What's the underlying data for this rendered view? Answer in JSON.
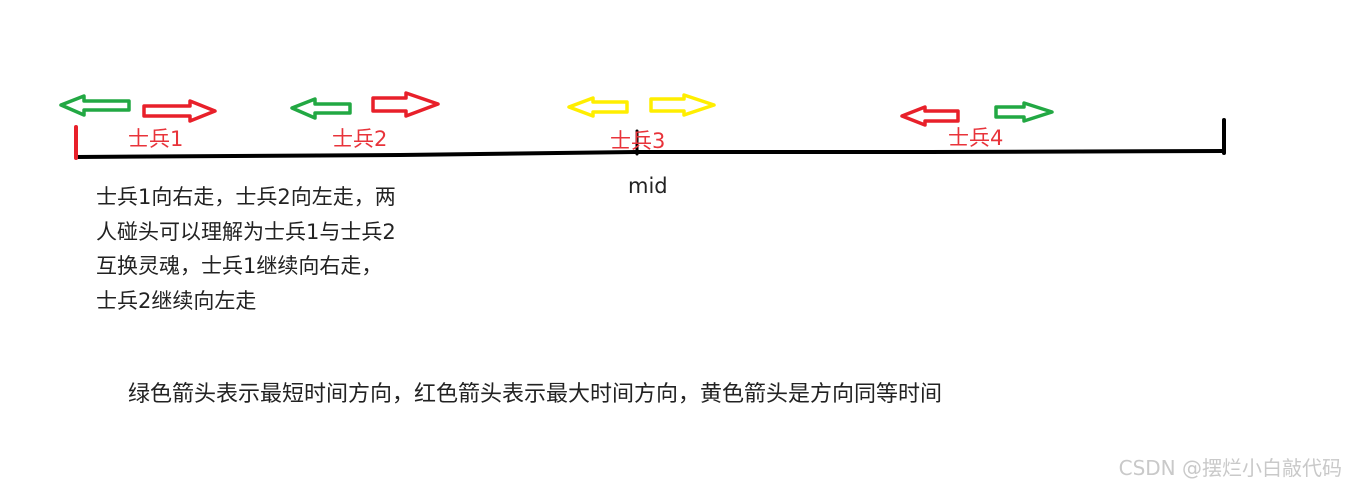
{
  "colors": {
    "green": "#22a843",
    "red": "#e8202a",
    "yellow": "#ffee00",
    "label_red": "#e8333a",
    "line": "#000000"
  },
  "soldiers": [
    {
      "label": "士兵1",
      "left_arrow": "green",
      "right_arrow": "red"
    },
    {
      "label": "士兵2",
      "left_arrow": "green",
      "right_arrow": "red"
    },
    {
      "label": "士兵3",
      "left_arrow": "yellow",
      "right_arrow": "yellow"
    },
    {
      "label": "士兵4",
      "left_arrow": "red",
      "right_arrow": "green"
    }
  ],
  "mid_label": "mid",
  "explanation_lines": [
    "士兵1向右走，士兵2向左走，两",
    "人碰头可以理解为士兵1与士兵2",
    "互换灵魂，士兵1继续向右走，",
    "士兵2继续向左走"
  ],
  "legend": "绿色箭头表示最短时间方向，红色箭头表示最大时间方向，黄色箭头是方向同等时间",
  "watermark": "CSDN @摆烂小白敲代码"
}
